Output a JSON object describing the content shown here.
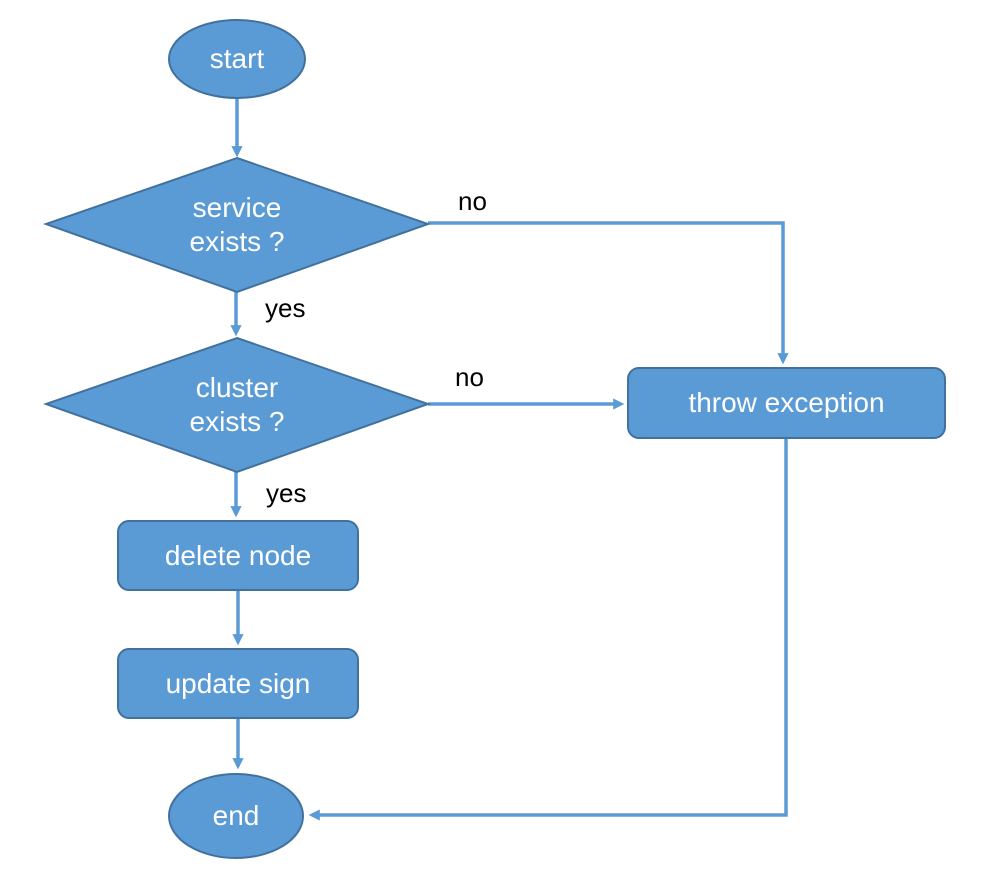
{
  "diagram": {
    "kind": "flowchart",
    "nodes": {
      "start": {
        "label": "start"
      },
      "service_check": {
        "line1": "service",
        "line2": "exists ?"
      },
      "cluster_check": {
        "line1": "cluster",
        "line2": "exists ?"
      },
      "throw_exception": {
        "label": "throw exception"
      },
      "delete_node": {
        "label": "delete node"
      },
      "update_sign": {
        "label": "update sign"
      },
      "end": {
        "label": "end"
      }
    },
    "edge_labels": {
      "service_no": "no",
      "service_yes": "yes",
      "cluster_no": "no",
      "cluster_yes": "yes"
    },
    "colors": {
      "node_fill": "#5b9bd5",
      "node_stroke": "#41719c",
      "connector": "#5b9bd5",
      "node_text": "#ffffff",
      "edge_label_text": "#000000",
      "canvas_bg": "#ffffff"
    }
  }
}
